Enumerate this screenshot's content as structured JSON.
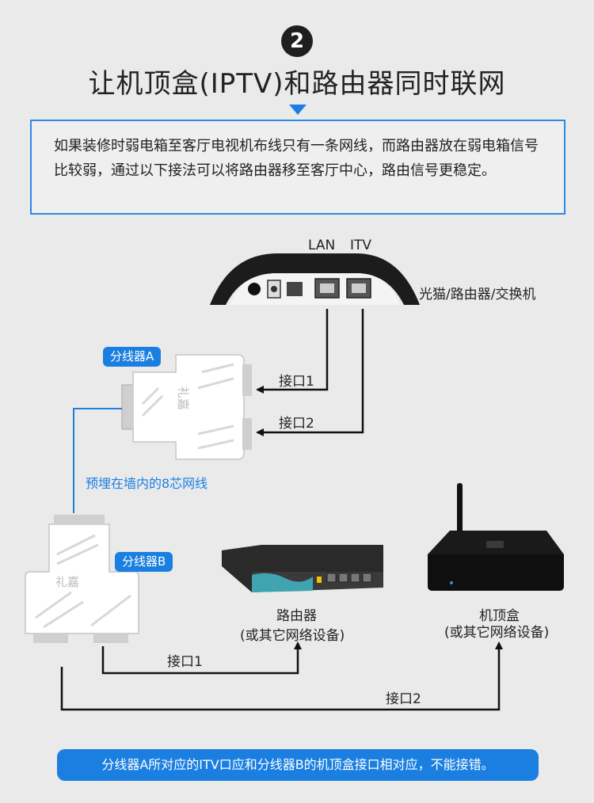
{
  "step_number": "2",
  "title": "让机顶盒(IPTV)和路由器同时联网",
  "description": "如果装修时弱电箱至客厅电视机布线只有一条网线，而路由器放在弱电箱信号比较弱，通过以下接法可以将路由器移至客厅中心，路由信号更稳定。",
  "modem": {
    "lan_label": "LAN",
    "itv_label": "ITV",
    "name": "光猫/路由器/交换机"
  },
  "splitter_a": {
    "label": "分线器A",
    "port1": "接口1",
    "port2": "接口2",
    "brand": "礼嘉"
  },
  "cable_note": "预埋在墙内的8芯网线",
  "splitter_b": {
    "label": "分线器B",
    "port1": "接口1",
    "port2": "接口2",
    "brand": "礼嘉"
  },
  "router": {
    "name": "路由器",
    "sub": "(或其它网络设备)"
  },
  "settop": {
    "name": "机顶盒",
    "sub": "(或其它网络设备)"
  },
  "footer_note": "分线器A所对应的ITV口应和分线器B的机顶盒接口相对应，不能接错。",
  "colors": {
    "accent": "#1a7fe0",
    "line": "#111111"
  }
}
